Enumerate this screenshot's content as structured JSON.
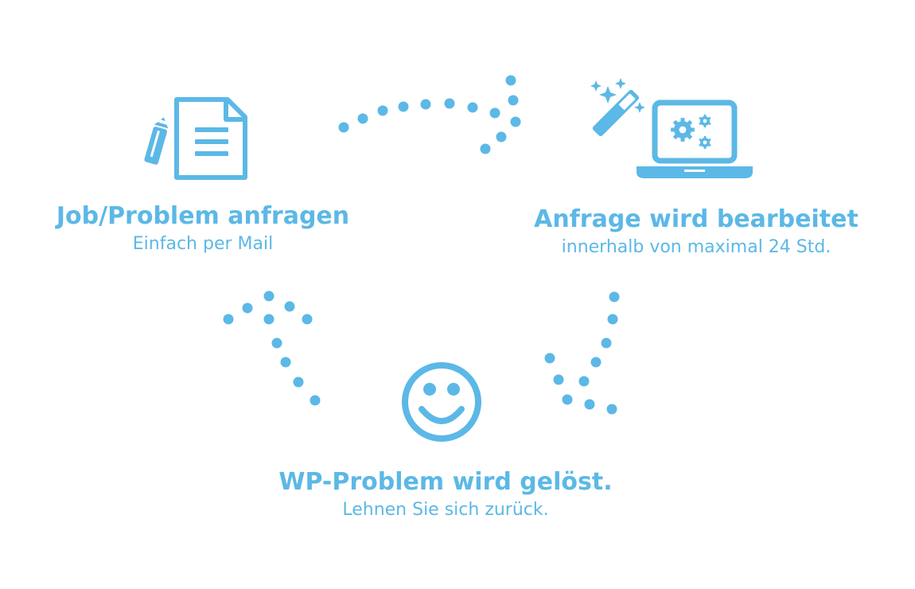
{
  "colors": {
    "accent": "#5cb8e6"
  },
  "steps": [
    {
      "icon": "document-pencil-icon",
      "title": "Job/Problem anfragen",
      "subtitle": "Einfach per Mail"
    },
    {
      "icon": "laptop-gears-magic-wand-icon",
      "title": "Anfrage wird bearbeitet",
      "subtitle": "innerhalb von maximal 24 Std."
    },
    {
      "icon": "smiley-face-icon",
      "title": "WP-Problem wird gelöst.",
      "subtitle": "Lehnen Sie sich zurück."
    }
  ],
  "arrows": [
    {
      "from": "step-1",
      "to": "step-2",
      "style": "dotted-arrow"
    },
    {
      "from": "step-2",
      "to": "step-3",
      "style": "dotted-arrow"
    },
    {
      "from": "step-3",
      "to": "step-1",
      "style": "dotted-arrow"
    }
  ]
}
